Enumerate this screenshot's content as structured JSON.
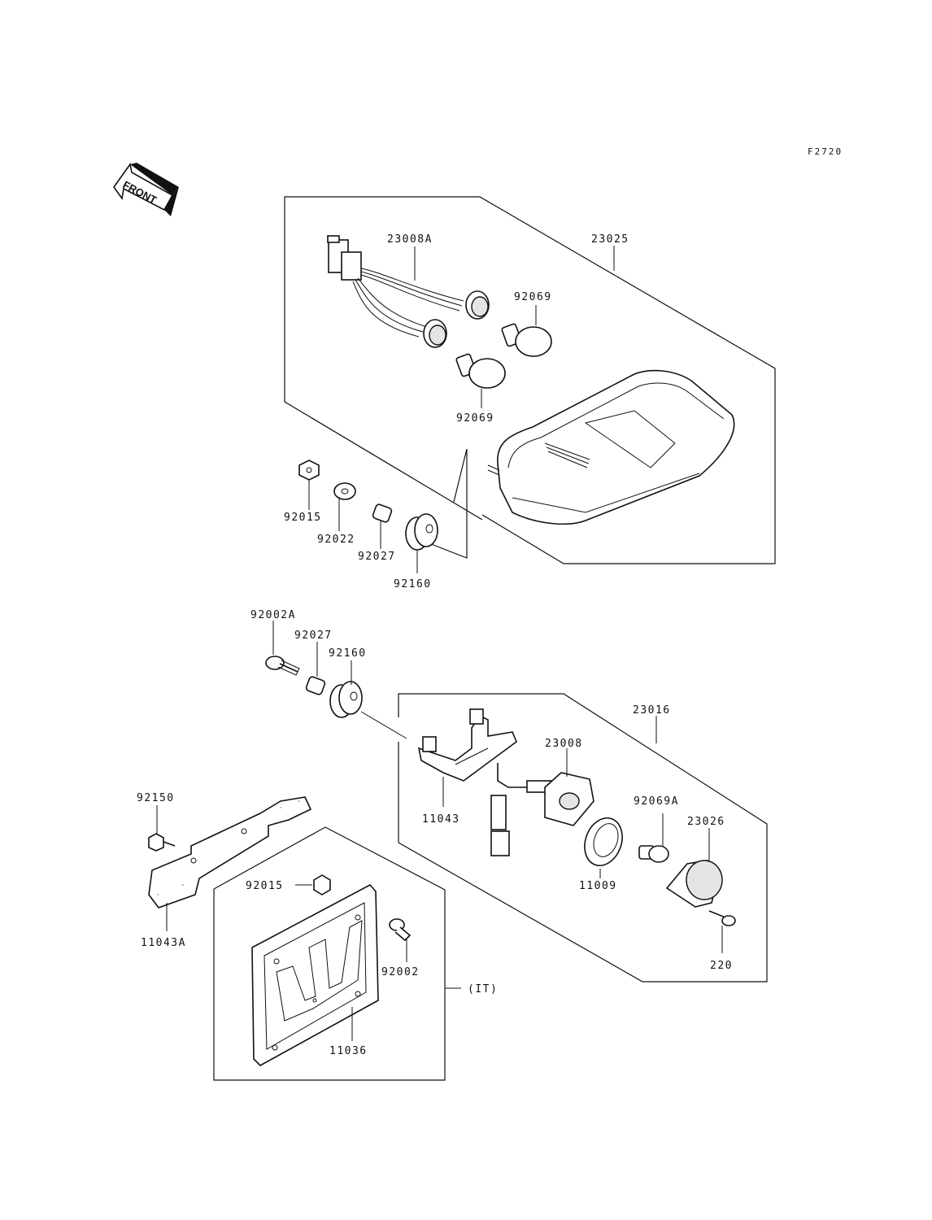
{
  "figure_code": "F2720",
  "direction_label": "FRONT",
  "labels": {
    "l23008a": "23008A",
    "l23025": "23025",
    "l92069_upper": "92069",
    "l92069_lower": "92069",
    "l92015_a": "92015",
    "l92022": "92022",
    "l92027_a": "92027",
    "l92160_a": "92160",
    "l92002a": "92002A",
    "l92027_b": "92027",
    "l92160_b": "92160",
    "l23016": "23016",
    "l23008": "23008",
    "l11043": "11043",
    "l92069a": "92069A",
    "l23026": "23026",
    "l11009": "11009",
    "l220": "220",
    "l92150": "92150",
    "l11043a": "11043A",
    "l92015_b": "92015",
    "l92002": "92002",
    "l11036": "11036",
    "l_it": "(IT)"
  }
}
